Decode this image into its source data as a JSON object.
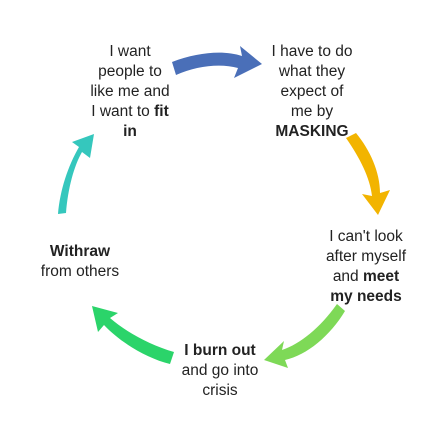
{
  "diagram": {
    "colors": {
      "arrow_top": "#4a6fb8",
      "arrow_right": "#f2b400",
      "arrow_bottom_right": "#7ed957",
      "arrow_bottom_left": "#2bd46a",
      "arrow_left": "#35c7bd",
      "text": "#222222"
    },
    "nodes": {
      "fit_in": {
        "l1": "I want",
        "l2": "people to",
        "l3": "like me and",
        "l4a": "I want to ",
        "l4b": "fit",
        "l5": "in"
      },
      "masking": {
        "l1": "I have to do",
        "l2": "what they",
        "l3": "expect of",
        "l4": "me by",
        "l5": "MASKING"
      },
      "needs": {
        "l1": "I can't look",
        "l2": "after myself",
        "l3a": "and ",
        "l3b": "meet",
        "l4": "my needs"
      },
      "burnout": {
        "l1": "I burn out",
        "l2": "and go into",
        "l3": "crisis"
      },
      "withdraw": {
        "l1": "Withraw",
        "l2": "from others"
      }
    }
  }
}
